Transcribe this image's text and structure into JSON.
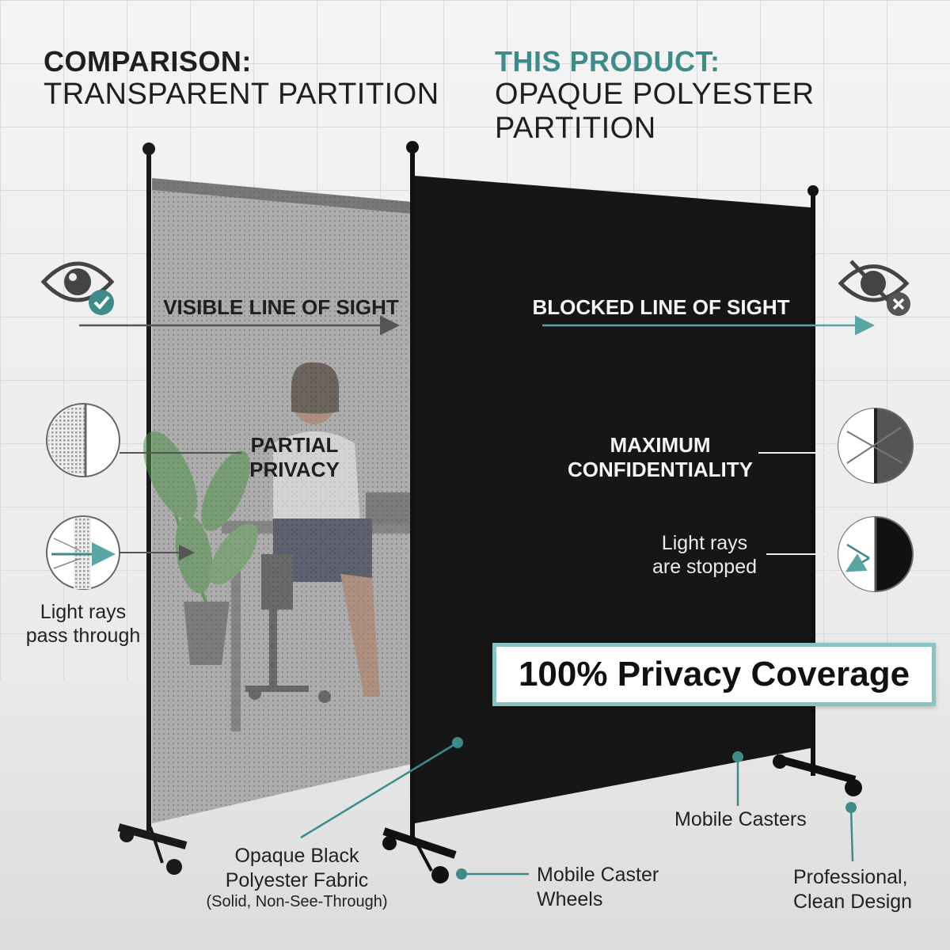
{
  "heading_left": {
    "line1": "COMPARISON:",
    "line2": "TRANSPARENT PARTITION"
  },
  "heading_right": {
    "line1": "THIS PRODUCT:",
    "line2": "OPAQUE POLYESTER PARTITION"
  },
  "left_panel": {
    "sight_label": "VISIBLE LINE OF SIGHT",
    "privacy_line1": "PARTIAL",
    "privacy_line2": "PRIVACY",
    "light_line1": "Light rays",
    "light_line2": "pass through"
  },
  "right_panel": {
    "sight_label": "BLOCKED LINE OF SIGHT",
    "privacy_line1": "MAXIMUM",
    "privacy_line2": "CONFIDENTIALITY",
    "light_line1": "Light rays",
    "light_line2": "are stopped"
  },
  "coverage_banner": "100% Privacy Coverage",
  "callouts": {
    "fabric_line1": "Opaque Black",
    "fabric_line2": "Polyester Fabric",
    "fabric_line3": "(Solid, Non-See-Through)",
    "wheels_line1": "Mobile Caster",
    "wheels_line2": "Wheels",
    "casters": "Mobile Casters",
    "design_line1": "Professional,",
    "design_line2": "Clean Design"
  },
  "icons": {
    "eye_visible": "eye-check-icon",
    "eye_blocked": "eye-crossed-icon",
    "mesh": "mesh-texture-icon",
    "light_through": "light-through-icon",
    "light_blocked": "light-deflect-icon",
    "light_stopped": "light-stopped-icon"
  },
  "colors": {
    "accent": "#3f8b8a",
    "panel_black": "#161616",
    "mesh_grey": "#9b9b9b"
  }
}
